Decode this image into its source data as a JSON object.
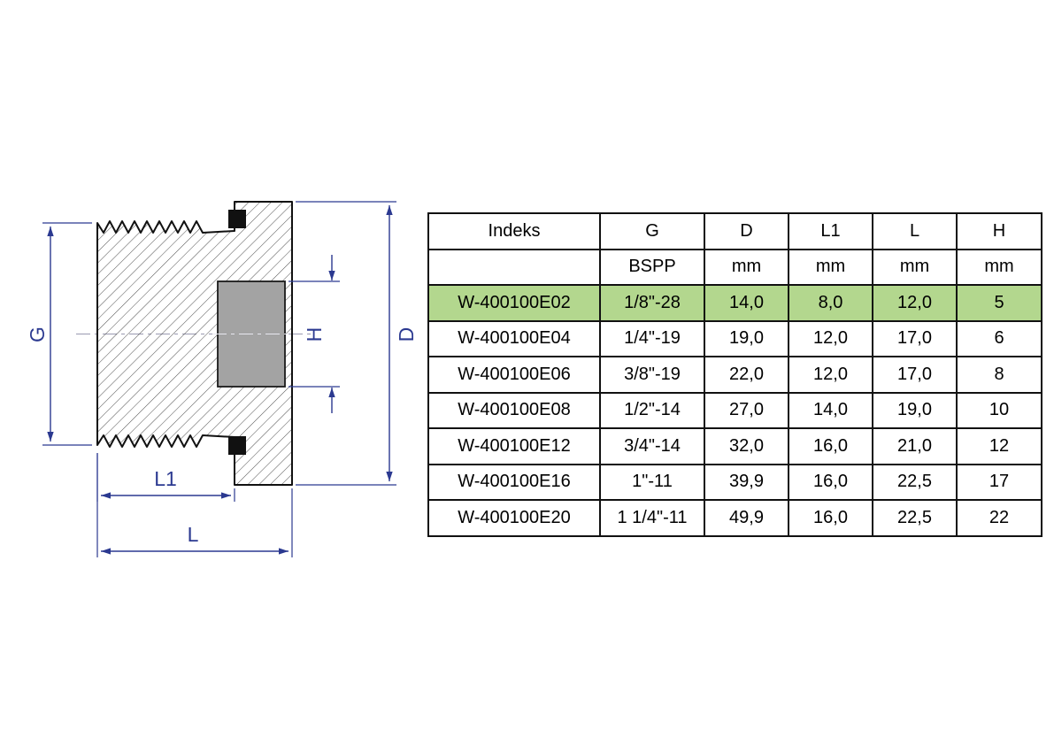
{
  "drawing": {
    "labels": {
      "g": "G",
      "h": "H",
      "d": "D",
      "l1": "L1",
      "l": "L"
    },
    "dimension_color": "#2b3990"
  },
  "table": {
    "headers": [
      "Indeks",
      "G",
      "D",
      "L1",
      "L",
      "H"
    ],
    "units": [
      "",
      "BSPP",
      "mm",
      "mm",
      "mm",
      "mm"
    ],
    "rows": [
      [
        "W-400100E02",
        "1/8\"-28",
        "14,0",
        "8,0",
        "12,0",
        "5"
      ],
      [
        "W-400100E04",
        "1/4\"-19",
        "19,0",
        "12,0",
        "17,0",
        "6"
      ],
      [
        "W-400100E06",
        "3/8\"-19",
        "22,0",
        "12,0",
        "17,0",
        "8"
      ],
      [
        "W-400100E08",
        "1/2\"-14",
        "27,0",
        "14,0",
        "19,0",
        "10"
      ],
      [
        "W-400100E12",
        "3/4\"-14",
        "32,0",
        "16,0",
        "21,0",
        "12"
      ],
      [
        "W-400100E16",
        "1\"-11",
        "39,9",
        "16,0",
        "22,5",
        "17"
      ],
      [
        "W-400100E20",
        "1 1/4\"-11",
        "49,9",
        "16,0",
        "22,5",
        "22"
      ]
    ],
    "highlight_row": 0,
    "highlight_color": "#b3d78e"
  }
}
